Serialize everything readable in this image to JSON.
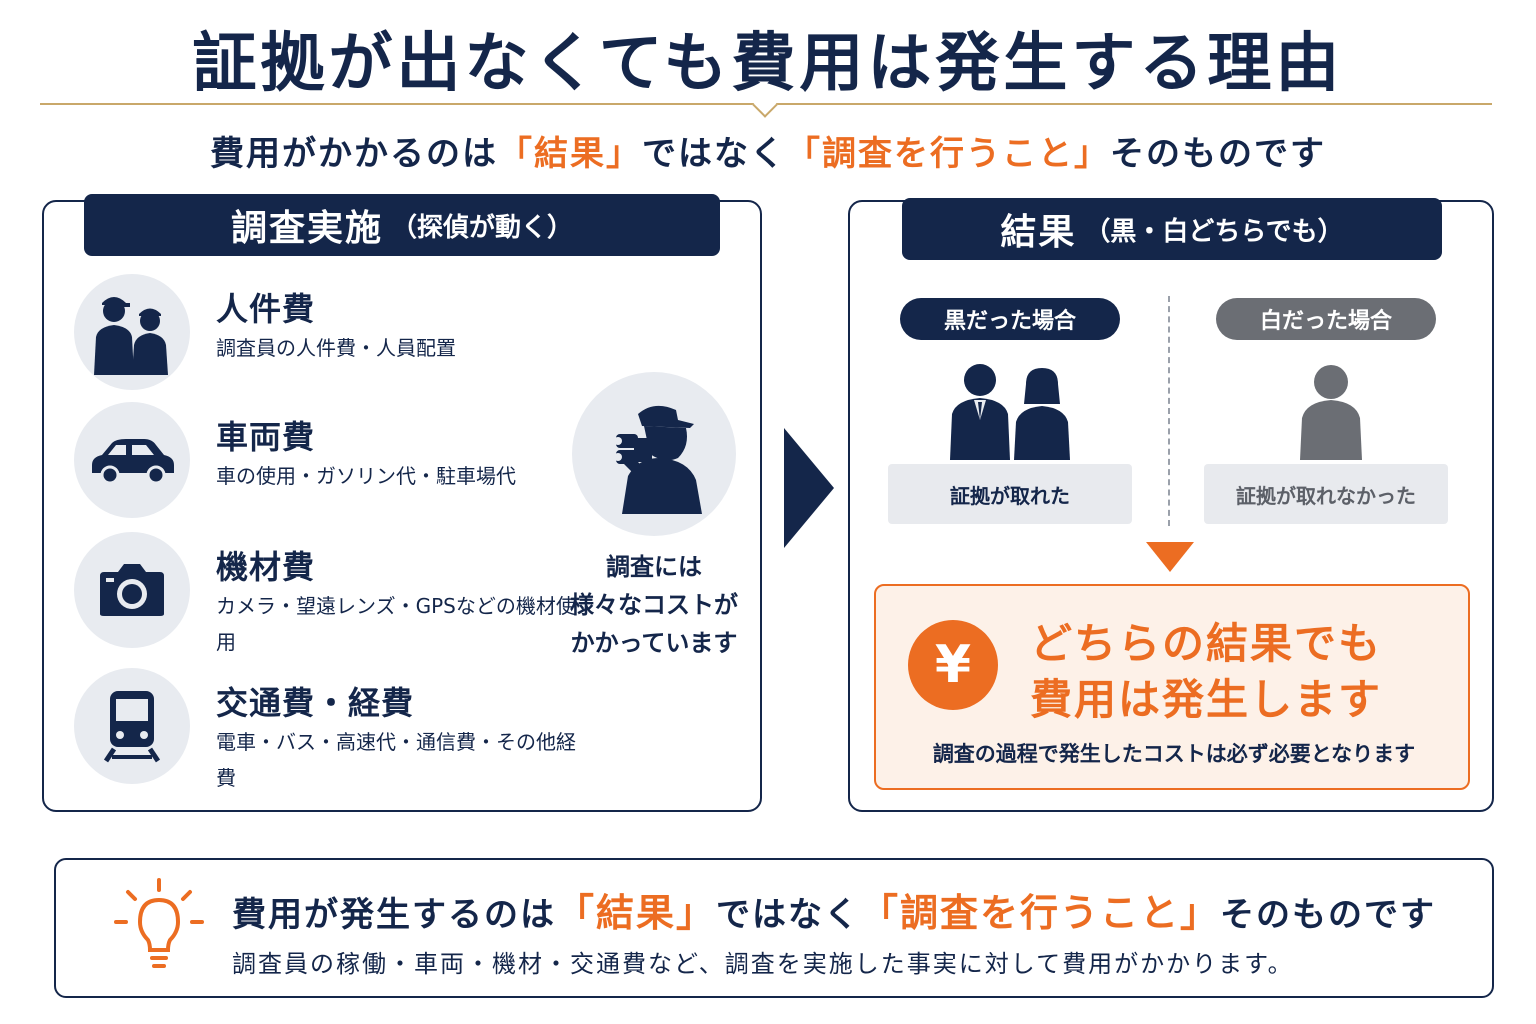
{
  "title": "証拠が出なくても費用は発生する理由",
  "subtitle": {
    "part1": "費用がかかるのは",
    "highlight1": "「結果」",
    "part2": "ではなく",
    "highlight2": "「調査を行うこと」",
    "part3": "そのものです"
  },
  "left_panel": {
    "head_main": "調査実施",
    "head_sub": "（探偵が動く）",
    "items": [
      {
        "title": "人件費",
        "desc": "調査員の人件費・人員配置",
        "icon": "people-icon"
      },
      {
        "title": "車両費",
        "desc": "車の使用・ガソリン代・駐車場代",
        "icon": "car-icon"
      },
      {
        "title": "機材費",
        "desc": "カメラ・望遠レンズ・GPSなどの機材使用",
        "icon": "camera-icon"
      },
      {
        "title": "交通費・経費",
        "desc": "電車・バス・高速代・通信費・その他経費",
        "icon": "train-icon"
      }
    ],
    "caption_line1": "調査には",
    "caption_line2": "様々なコストが",
    "caption_line3": "かかっています"
  },
  "right_panel": {
    "head_main": "結果",
    "head_sub": "（黒・白どちらでも）",
    "case_black": "黒だった場合",
    "case_white": "白だった場合",
    "box_black": "証拠が取れた",
    "box_white": "証拠が取れなかった",
    "yen": "¥",
    "result_line1": "どちらの結果でも",
    "result_line2": "費用は発生します",
    "result_note": "調査の過程で発生したコストは必ず必要となります"
  },
  "bottom": {
    "part1": "費用が発生するのは",
    "highlight1": "「結果」",
    "part2": "ではなく",
    "highlight2": "「調査を行うこと」",
    "part3": "そのものです",
    "line2": "調査員の稼働・車両・機材・交通費など、調査を実施した事実に対して費用がかかります。"
  },
  "colors": {
    "navy": "#14264a",
    "orange": "#ec6d22",
    "gold": "#c9a86a",
    "gray": "#6b6e74"
  }
}
